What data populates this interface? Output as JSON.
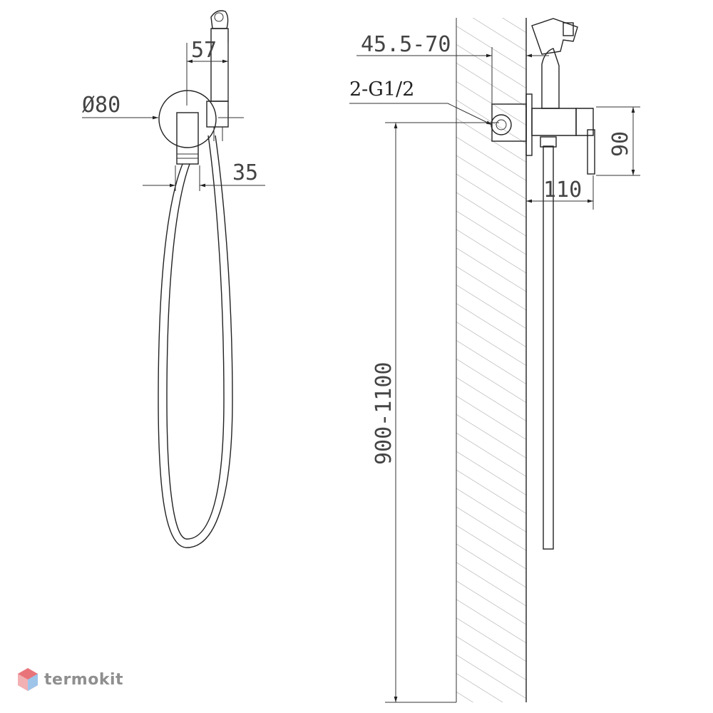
{
  "dimensions": {
    "diameter": "Ø80",
    "width_57": "57",
    "depth_35": "35",
    "wall_depth": "45.5-70",
    "thread": "2-G1/2",
    "height_90": "90",
    "projection_110": "110",
    "mount_height": "900-1100"
  },
  "brand": {
    "name": "termokit",
    "logo_colors": [
      "#e8747a",
      "#9ec4ea"
    ]
  },
  "colors": {
    "line": "#222222",
    "hatch": "#9a9a9a",
    "dim_text": "#444444"
  }
}
